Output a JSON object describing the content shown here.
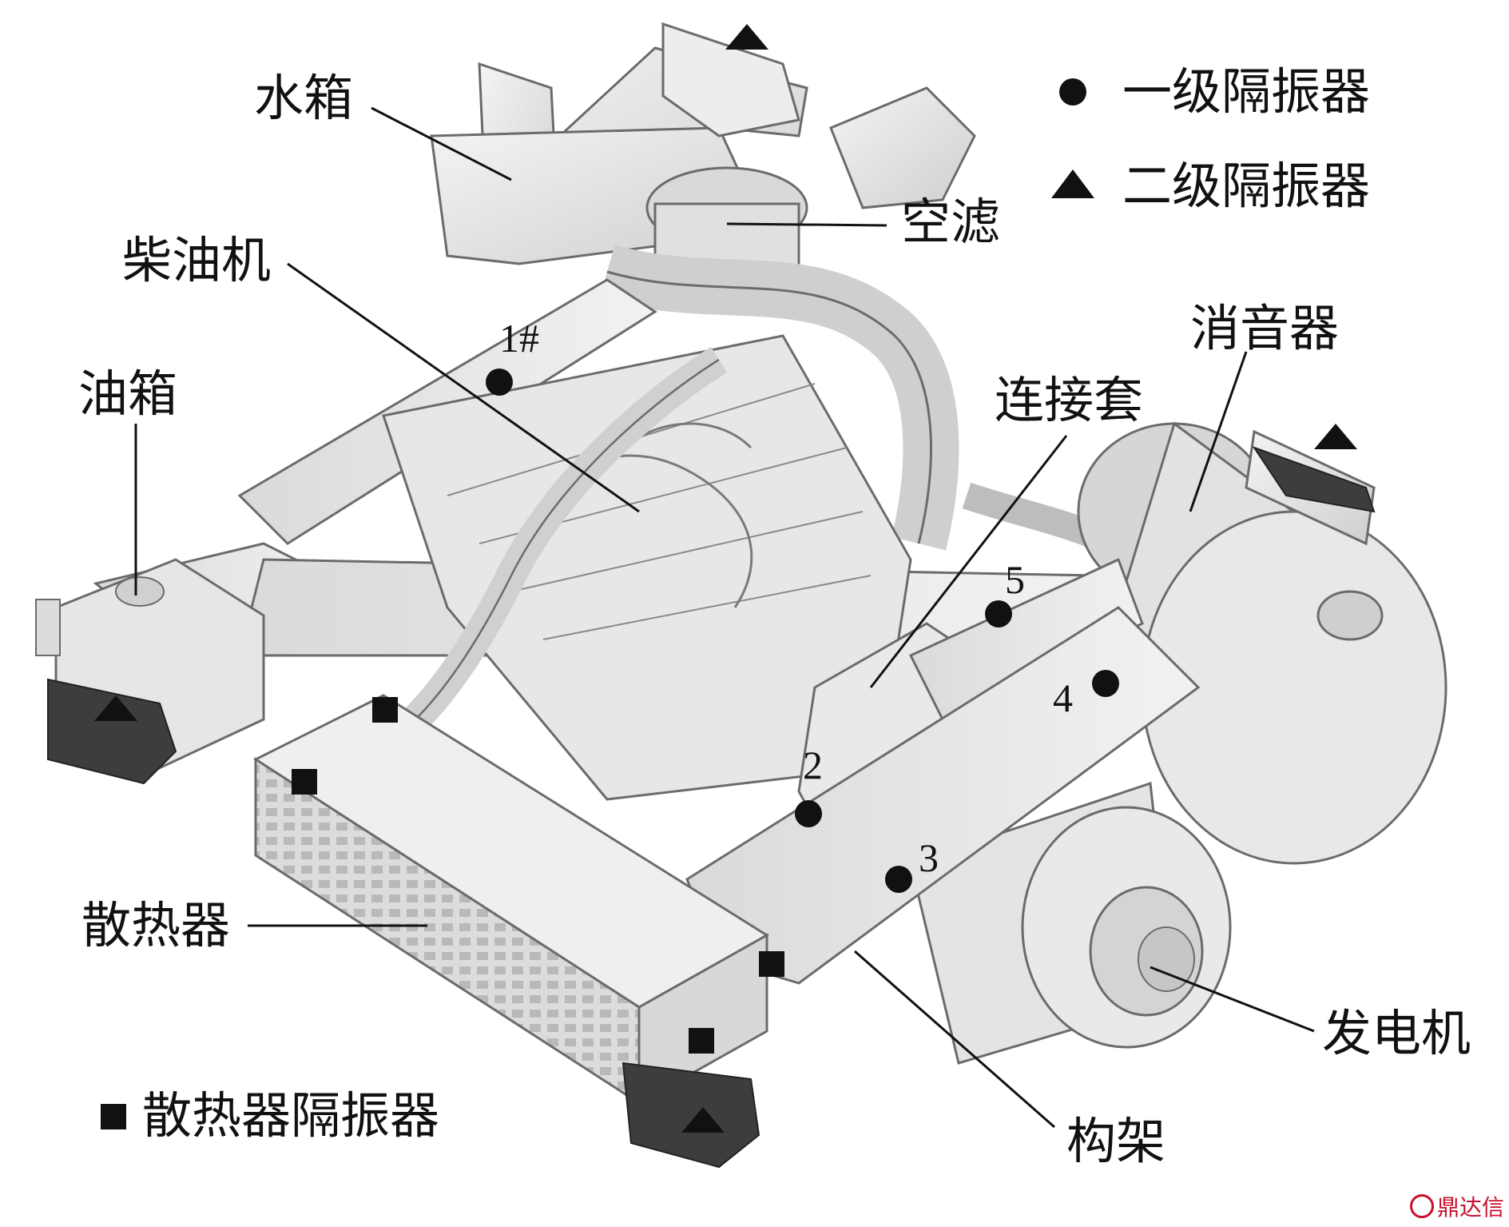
{
  "labels": {
    "water_tank": "水箱",
    "air_filter": "空滤",
    "diesel_engine": "柴油机",
    "fuel_tank": "油箱",
    "muffler": "消音器",
    "coupling_sleeve": "连接套",
    "radiator": "散热器",
    "generator": "发电机",
    "frame": "构架"
  },
  "legend": {
    "primary_isolator": "一级隔振器",
    "secondary_isolator": "二级隔振器",
    "radiator_isolator": "散热器隔振器"
  },
  "point_labels": {
    "p1": "1#",
    "p2": "2",
    "p3": "3",
    "p4": "4",
    "p5": "5"
  },
  "watermark": "鼎达信",
  "colors": {
    "marker": "#111111",
    "machine_fill": "#e6e6e6",
    "machine_stroke": "#6b6b6b",
    "watermark": "#c8102e"
  },
  "marker_shapes": {
    "primary": "circle",
    "secondary": "triangle",
    "radiator": "square"
  }
}
